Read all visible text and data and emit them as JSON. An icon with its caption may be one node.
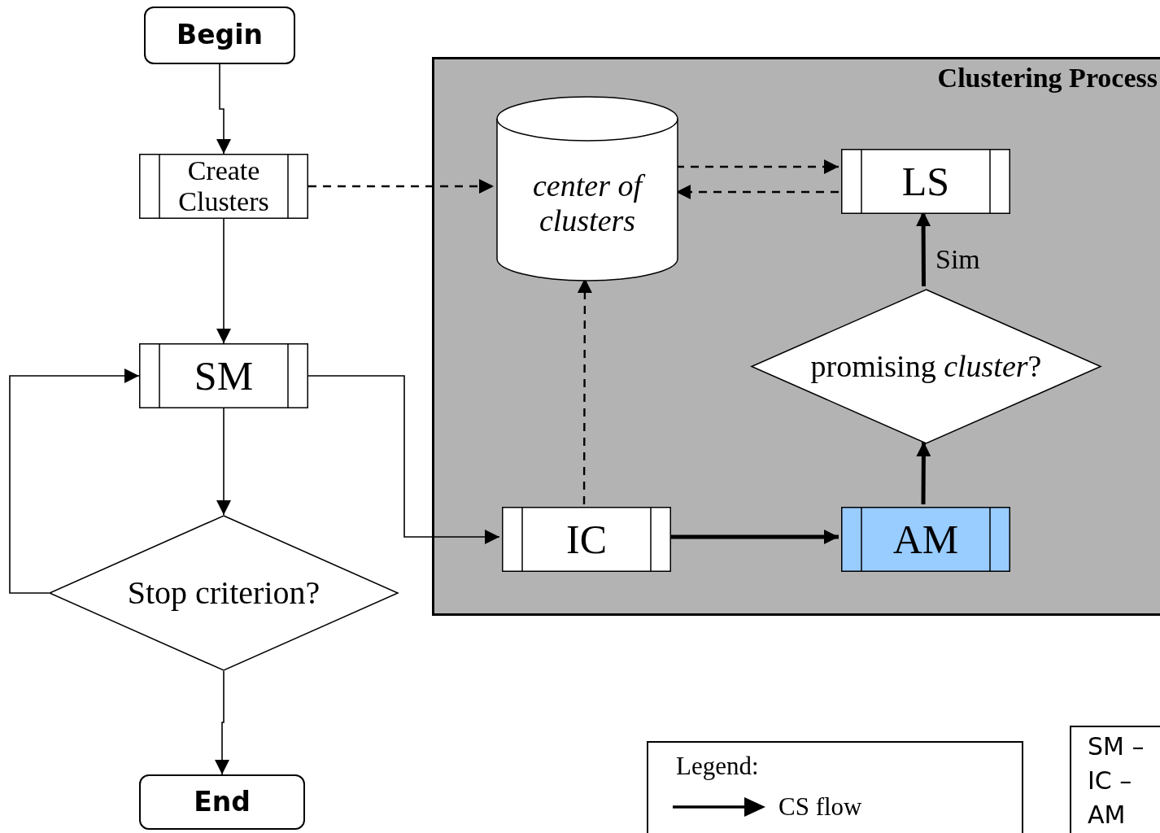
{
  "diagram": {
    "nodes": [
      {
        "text": [
          "Begin"
        ]
      },
      {
        "text": [
          "Create Clusters"
        ]
      },
      {
        "text": [
          "SM"
        ]
      },
      {
        "text": [
          "Stop criterion?"
        ]
      },
      {
        "text": [
          "End"
        ]
      },
      {
        "text": [
          "Clustering Process"
        ]
      },
      {
        "text": [
          "center of clusters"
        ],
        "in": 5
      },
      {
        "text": [
          "LS"
        ],
        "in": 5
      },
      {
        "text": [
          "promising *cluster*?"
        ],
        "in": 5
      },
      {
        "text": [
          "IC"
        ],
        "in": 5
      },
      {
        "text": [
          "AM"
        ],
        "in": 5
      }
    ],
    "edges": [
      {
        "from": 0,
        "to": 1,
        "arrow": "to"
      },
      {
        "from": 1,
        "to": 2,
        "arrow": "to"
      },
      {
        "from": 1,
        "to": 6,
        "arrow": "to",
        "style": "dashed"
      },
      {
        "from": 2,
        "to": 3,
        "arrow": "to"
      },
      {
        "from": 3,
        "to": 2,
        "arrow": "to"
      },
      {
        "from": 3,
        "to": 4,
        "arrow": "to"
      },
      {
        "from": 2,
        "to": 9,
        "arrow": "to"
      },
      {
        "from": 6,
        "to": 7,
        "arrow": "to",
        "style": "dashed"
      },
      {
        "from": 7,
        "to": 6,
        "arrow": "to",
        "style": "dashed"
      },
      {
        "from": 9,
        "to": 6,
        "arrow": "to",
        "style": "dashed"
      },
      {
        "from": 9,
        "to": 10,
        "arrow": "to",
        "style": "thick"
      },
      {
        "from": 10,
        "to": 8,
        "arrow": "to",
        "style": "thick"
      },
      {
        "from": 8,
        "to": 7,
        "arrow": "to",
        "style": "thick",
        "label": "Sim"
      }
    ],
    "labels": [
      "Legend:",
      "SM –",
      "IC –",
      "AM"
    ],
    "legend": [
      {
        "text": "CS flow"
      }
    ]
  }
}
